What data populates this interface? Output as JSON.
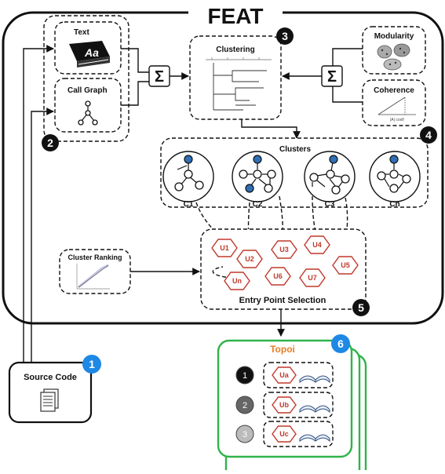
{
  "title": "FEAT",
  "text_box": {
    "label": "Text",
    "icon_glyph": "Aa"
  },
  "callgraph_box": {
    "label": "Call Graph"
  },
  "clustering_box": {
    "label": "Clustering"
  },
  "modularity_box": {
    "label": "Modularity"
  },
  "coherence_box": {
    "label": "Coherence",
    "formula": "|A| cosθ"
  },
  "clusters_box": {
    "label": "Clusters",
    "items": [
      "C1",
      "C2",
      "C3",
      "Cn"
    ]
  },
  "cluster_ranking_box": {
    "label": "Cluster Ranking"
  },
  "entry_box": {
    "label": "Entry Point Selection",
    "units": [
      "U1",
      "U2",
      "U3",
      "U4",
      "U5",
      "U6",
      "U7",
      "Un"
    ]
  },
  "source_code_box": {
    "label": "Source Code"
  },
  "topoi_box": {
    "label": "Topoi",
    "ranks": [
      "1",
      "2",
      "3"
    ],
    "units": [
      "Ua",
      "Ub",
      "Uc"
    ]
  },
  "steps": [
    "1",
    "2",
    "3",
    "4",
    "5",
    "6"
  ],
  "sigma": "Σ",
  "colors": {
    "accent_blue": "#2f6fb6",
    "unit_red": "#c0392b",
    "topoi_green": "#2fb34a",
    "topoi_orange": "#e67e22",
    "badge_blue": "#1e88e5"
  }
}
